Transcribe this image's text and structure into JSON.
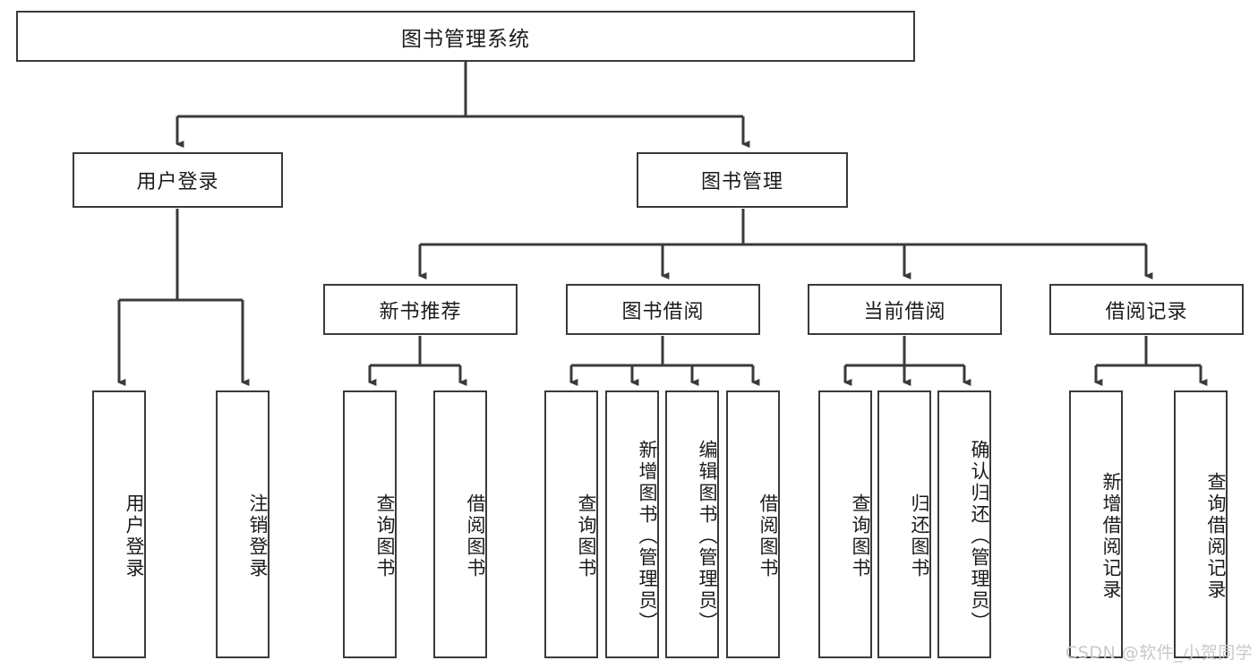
{
  "diagram": {
    "title": "图书管理系统",
    "type": "tree-hierarchy-chart",
    "root": {
      "label": "图书管理系统"
    },
    "level2": [
      {
        "label": "用户登录"
      },
      {
        "label": "图书管理"
      }
    ],
    "level3": [
      {
        "label": "新书推荐"
      },
      {
        "label": "图书借阅"
      },
      {
        "label": "当前借阅"
      },
      {
        "label": "借阅记录"
      }
    ],
    "leaves": {
      "user_login": [
        {
          "label": "用户登录"
        },
        {
          "label": "注销登录"
        }
      ],
      "new_book_recommend": [
        {
          "label": "查询图书"
        },
        {
          "label": "借阅图书"
        }
      ],
      "book_borrow": [
        {
          "label": "查询图书"
        },
        {
          "label": "新增图书（管理员）"
        },
        {
          "label": "编辑图书（管理员）"
        },
        {
          "label": "借阅图书"
        }
      ],
      "current_borrow": [
        {
          "label": "查询图书"
        },
        {
          "label": "归还图书"
        },
        {
          "label": "确认归还（管理员）"
        }
      ],
      "borrow_record": [
        {
          "label": "新增借阅记录"
        },
        {
          "label": "查询借阅记录"
        }
      ]
    }
  },
  "watermark": {
    "text": "CSDN @软件_小贺同学"
  },
  "colors": {
    "stroke": "#3a3a3a",
    "text": "#1b1b1b",
    "background": "#ffffff",
    "watermark": "#c9c9c9"
  }
}
